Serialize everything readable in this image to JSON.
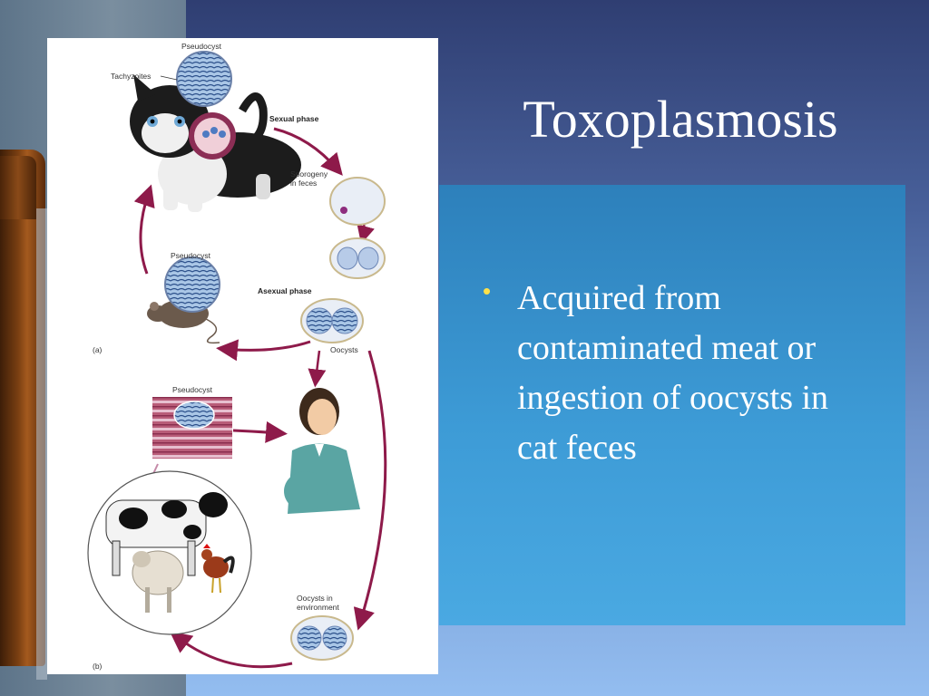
{
  "slide": {
    "title": "Toxoplasmosis",
    "bullets": [
      "Acquired from contaminated meat or ingestion of oocysts in cat feces"
    ],
    "bullet_glyph": "•",
    "colors": {
      "bullet": "#ffe14a",
      "content_box": "#3d9bd6",
      "title_text": "#ffffff"
    }
  },
  "figure": {
    "labels": {
      "pseudocyst_top": "Pseudocyst",
      "tachyzoites": "Tachyzoites",
      "sexual_phase": "Sexual phase",
      "sporogeny": "Sporogeny",
      "in_feces": "in feces",
      "pseudocyst_mouse": "Pseudocyst",
      "asexual_phase": "Asexual phase",
      "oocysts": "Oocysts",
      "panel_a": "(a)",
      "pseudocyst_tissue": "Pseudocyst",
      "oocysts_env_1": "Oocysts in",
      "oocysts_env_2": "environment",
      "panel_b": "(b)"
    },
    "icons": [
      "cat-icon",
      "mouse-icon",
      "pregnant-woman-icon",
      "cow-icon",
      "sheep-icon",
      "rooster-icon",
      "cyst-icon",
      "oocyst-icon",
      "cycle-arrow-icon"
    ]
  }
}
